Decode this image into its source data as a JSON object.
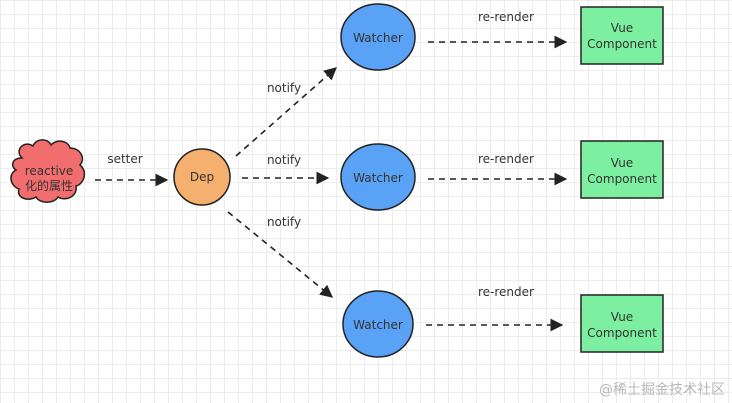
{
  "nodes": {
    "reactive": {
      "lines": [
        "reactive",
        "化的属性"
      ],
      "fill": "#f26d6d"
    },
    "dep": {
      "label": "Dep",
      "fill": "#f5b06f"
    },
    "watchers": [
      {
        "label": "Watcher",
        "fill": "#5aa2f5"
      },
      {
        "label": "Watcher",
        "fill": "#5aa2f5"
      },
      {
        "label": "Watcher",
        "fill": "#5aa2f5"
      }
    ],
    "components": [
      {
        "lines": [
          "Vue",
          "Component"
        ],
        "fill": "#7cf0a0"
      },
      {
        "lines": [
          "Vue",
          "Component"
        ],
        "fill": "#7cf0a0"
      },
      {
        "lines": [
          "Vue",
          "Component"
        ],
        "fill": "#7cf0a0"
      }
    ]
  },
  "edges": {
    "setter": "setter",
    "notify": [
      "notify",
      "notify",
      "notify"
    ],
    "rerender": [
      "re-render",
      "re-render",
      "re-render"
    ]
  },
  "watermark": "@稀土掘金技术社区",
  "colors": {
    "stroke": "#222222",
    "arrow": "#222222"
  }
}
